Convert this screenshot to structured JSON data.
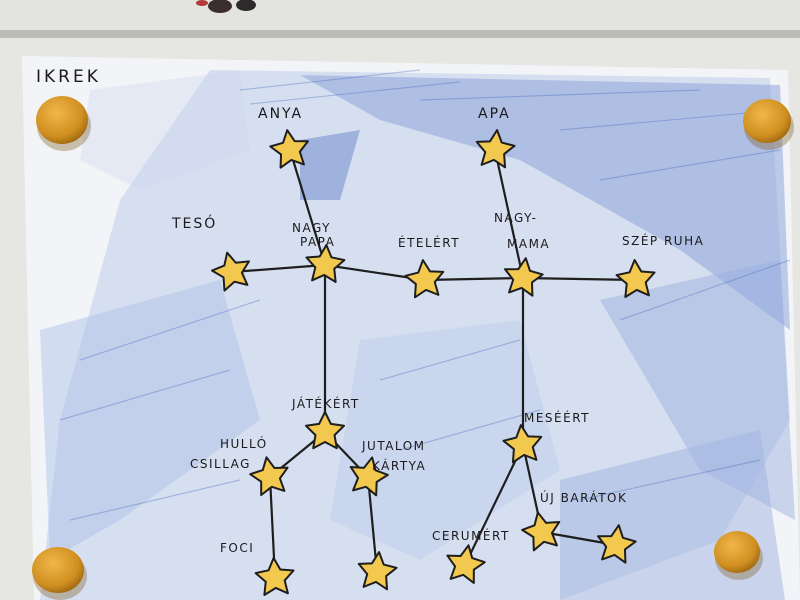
{
  "poster": {
    "title": "IKREK",
    "labels": {
      "anya": "ANYA",
      "apa": "APA",
      "teso": "TESÓ",
      "nagypapa_1": "NAGY",
      "nagypapa_2": "PAPA",
      "etelert": "ÉTELÉRT",
      "nagymama_1": "NAGY-",
      "nagymama_2": "MAMA",
      "szep_ruha": "SZÉP RUHA",
      "jatekert": "JÁTÉKÉRT",
      "hullo_1": "HULLÓ",
      "hullo_2": "CSILLAG",
      "jutalom_1": "JUTALOM",
      "jutalom_2": "KÁRTYA",
      "foci": "FOCI",
      "meseert": "MESÉÉRT",
      "uj_baratok": "ÚJ BARÁTOK",
      "cerumert": "CERUMÉRT"
    }
  },
  "colors": {
    "wall": "#d6d6d2",
    "board": "#e9e9e6",
    "paper": "#f2f3f7",
    "crayon": "#4a73c7",
    "star": "#f2c84e",
    "magnet": "#d08f20",
    "ink": "#1a1a1a"
  }
}
